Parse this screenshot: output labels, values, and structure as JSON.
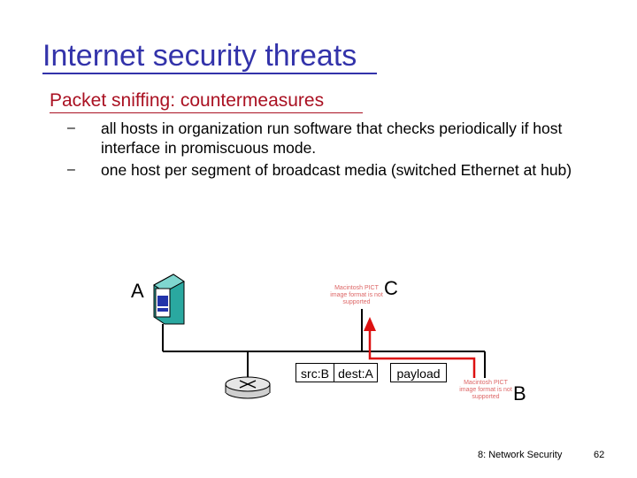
{
  "slide": {
    "title": "Internet security threats",
    "subtitle": "Packet sniffing: countermeasures",
    "bullets": [
      "all hosts in organization run software that checks periodically if host interface in promiscuous mode.",
      "one host per segment of broadcast media (switched Ethernet at hub)"
    ],
    "bullet_marker": "–",
    "colors": {
      "title": "#3333aa",
      "subtitle": "#aa1122",
      "host": "#2aa8a0",
      "sniff_line": "#dd1111"
    }
  },
  "diagram": {
    "host_a_label": "A",
    "host_c_label": "C",
    "host_b_label": "B",
    "pict_placeholder": "Macintosh PICT image format is not supported",
    "packet": {
      "src": "src:B",
      "dest": "dest:A",
      "payload": "payload"
    },
    "icons": [
      "host-computer-icon",
      "router-icon"
    ]
  },
  "footer": {
    "section": "8: Network Security",
    "page": "62"
  }
}
